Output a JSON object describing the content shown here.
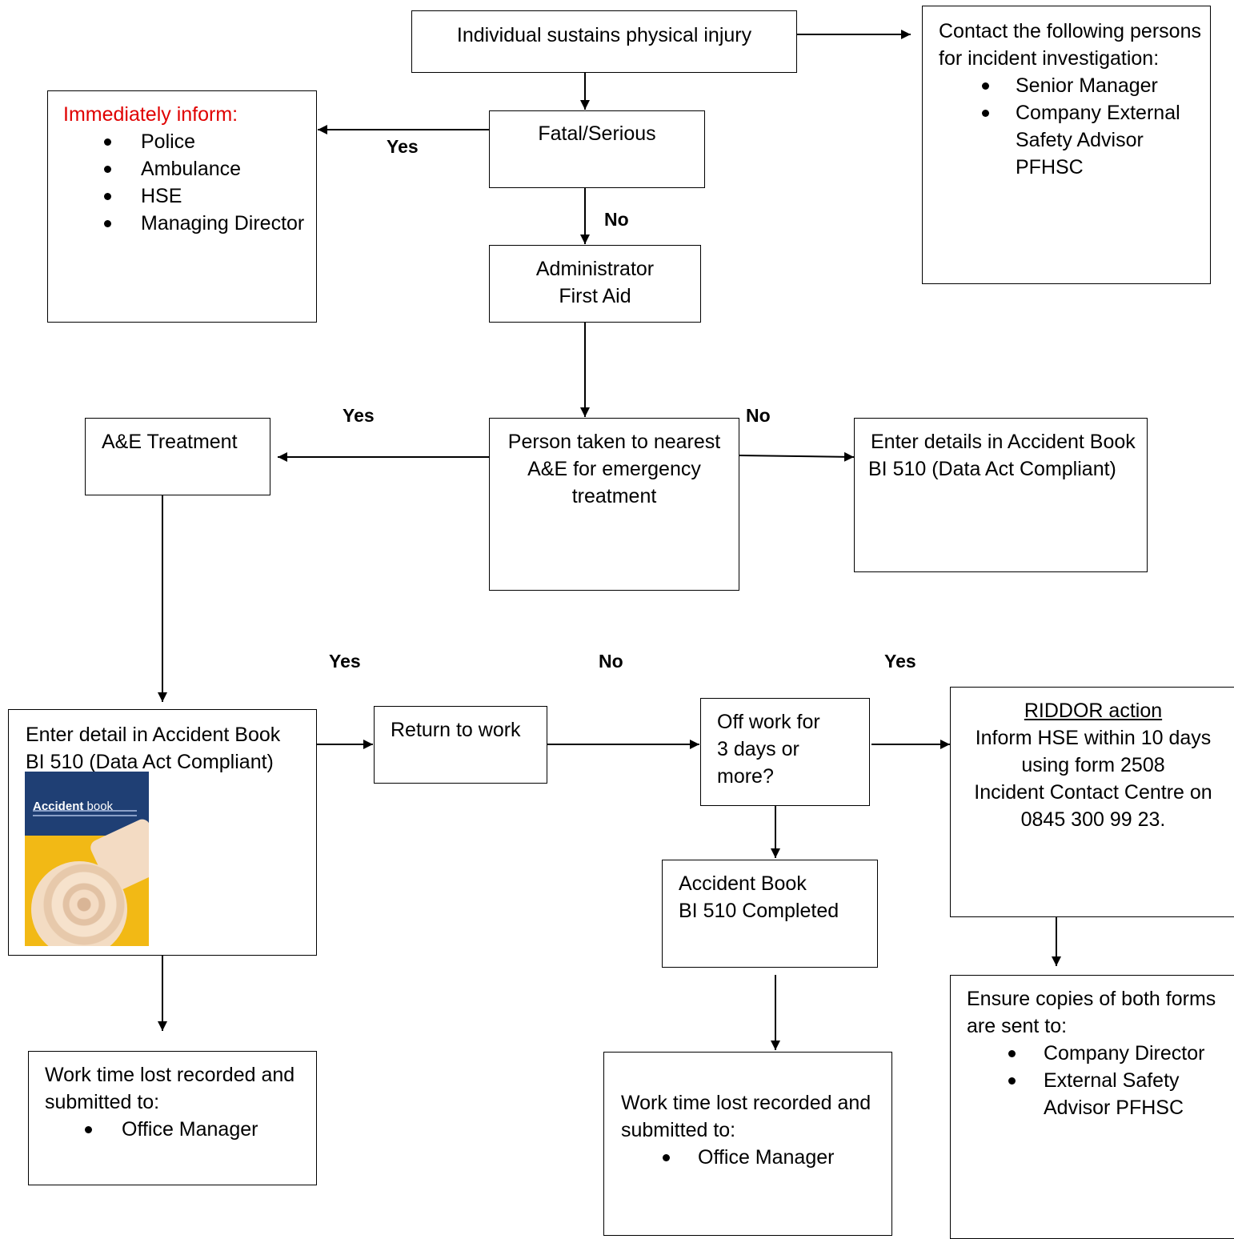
{
  "labels": {
    "yes": "Yes",
    "no": "No"
  },
  "nodes": {
    "injury": "Individual sustains physical injury",
    "contact": {
      "intro": [
        "Contact the following persons",
        "for incident investigation:"
      ],
      "items": [
        "Senior Manager",
        "Company External",
        "Safety Advisor"
      ],
      "extra": "PFHSC"
    },
    "inform": {
      "heading": "Immediately inform:",
      "items": [
        "Police",
        "Ambulance",
        "HSE",
        "Managing Director"
      ]
    },
    "fatal": "Fatal/Serious",
    "first_aid": [
      "Administrator",
      "First Aid"
    ],
    "ae_question": [
      "Person taken to nearest",
      "A&E for emergency",
      "treatment"
    ],
    "ae_treatment": "A&E Treatment",
    "enter_details_right": [
      "Enter details in Accident Book",
      "BI 510 (Data Act Compliant)"
    ],
    "enter_detail_left": [
      "Enter detail in Accident Book",
      "BI 510 (Data Act Compliant)"
    ],
    "accident_book_cover": {
      "title": "Accident",
      "title_suffix": "book"
    },
    "return_work": "Return to work",
    "off_work": [
      "Off work for",
      "3 days or",
      "more?"
    ],
    "riddor": {
      "heading": "RIDDOR action",
      "lines": [
        "Inform HSE within 10 days",
        "using form 2508",
        "Incident Contact Centre on",
        "0845 300 99 23."
      ]
    },
    "book_completed": [
      "Accident Book",
      "BI 510 Completed"
    ],
    "lost_left": {
      "lines": [
        "Work time lost recorded and",
        "submitted to:"
      ],
      "items": [
        "Office Manager"
      ]
    },
    "lost_mid": {
      "lines": [
        "Work time lost recorded and",
        "submitted to:"
      ],
      "items": [
        "Office Manager"
      ]
    },
    "copies": {
      "lines": [
        "Ensure copies of both forms",
        "are sent to:"
      ],
      "items": [
        "Company Director",
        "External Safety",
        "Advisor PFHSC"
      ]
    }
  }
}
